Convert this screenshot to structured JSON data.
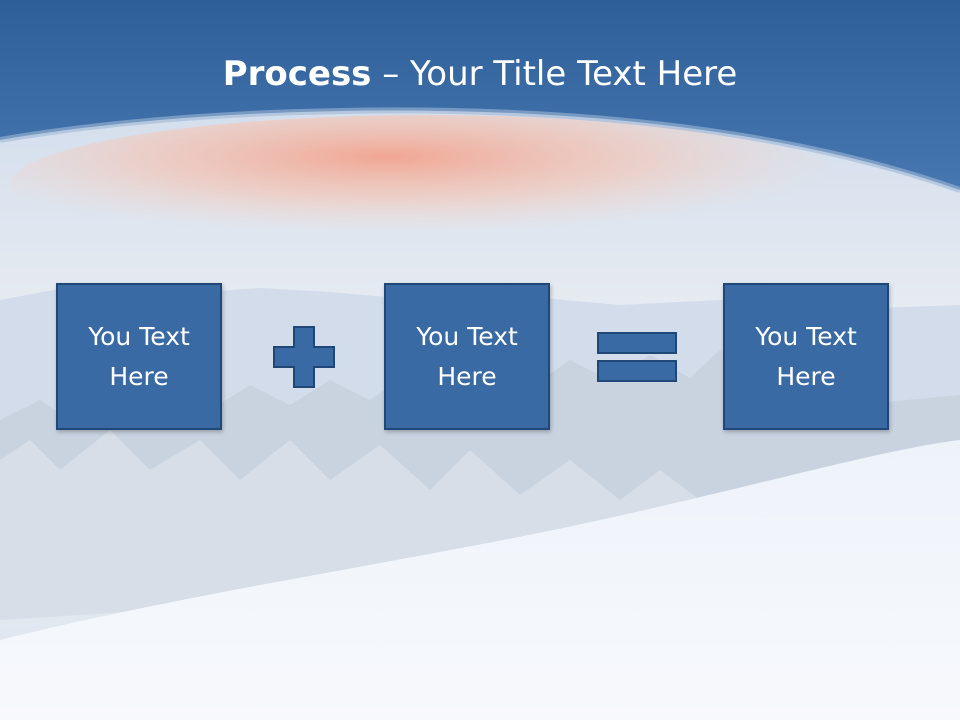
{
  "title": {
    "bold": "Process",
    "rest": " – Your Title Text Here"
  },
  "boxes": [
    {
      "label": "You Text Here"
    },
    {
      "label": "You Text Here"
    },
    {
      "label": "You Text Here"
    }
  ],
  "operators": [
    "plus",
    "equals"
  ],
  "colors": {
    "header_blue": "#3d6ea8",
    "box_fill": "#3a6aa3",
    "box_border": "#1f4878"
  }
}
